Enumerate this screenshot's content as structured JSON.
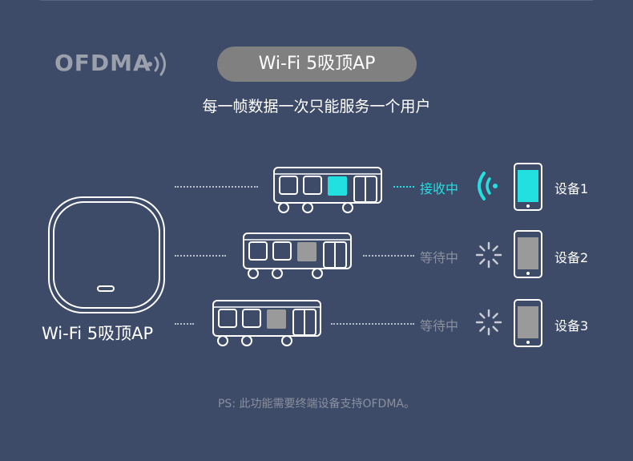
{
  "header": {
    "ofdma_label": "OFDMA",
    "pill_label": "Wi-Fi 5吸顶AP",
    "subtitle": "每一帧数据一次只能服务一个用户"
  },
  "router": {
    "label": "Wi-Fi 5吸顶AP"
  },
  "rows": [
    {
      "status": "接收中",
      "device": "设备1",
      "state": "receiving"
    },
    {
      "status": "等待中",
      "device": "设备2",
      "state": "waiting"
    },
    {
      "status": "等待中",
      "device": "设备3",
      "state": "waiting"
    }
  ],
  "footnote": "PS: 此功能需要终端设备支持OFDMA。",
  "colors": {
    "background": "#3d4a68",
    "accent_cyan": "#22e0e0",
    "pill": "#808080",
    "waiting_gray": "#8a909e",
    "block_gray": "#9a9a9a"
  },
  "icons": [
    "wifi-wave-icon",
    "router-icon",
    "bus-icon",
    "signal-waves-icon",
    "loading-spinner-icon",
    "phone-icon"
  ]
}
